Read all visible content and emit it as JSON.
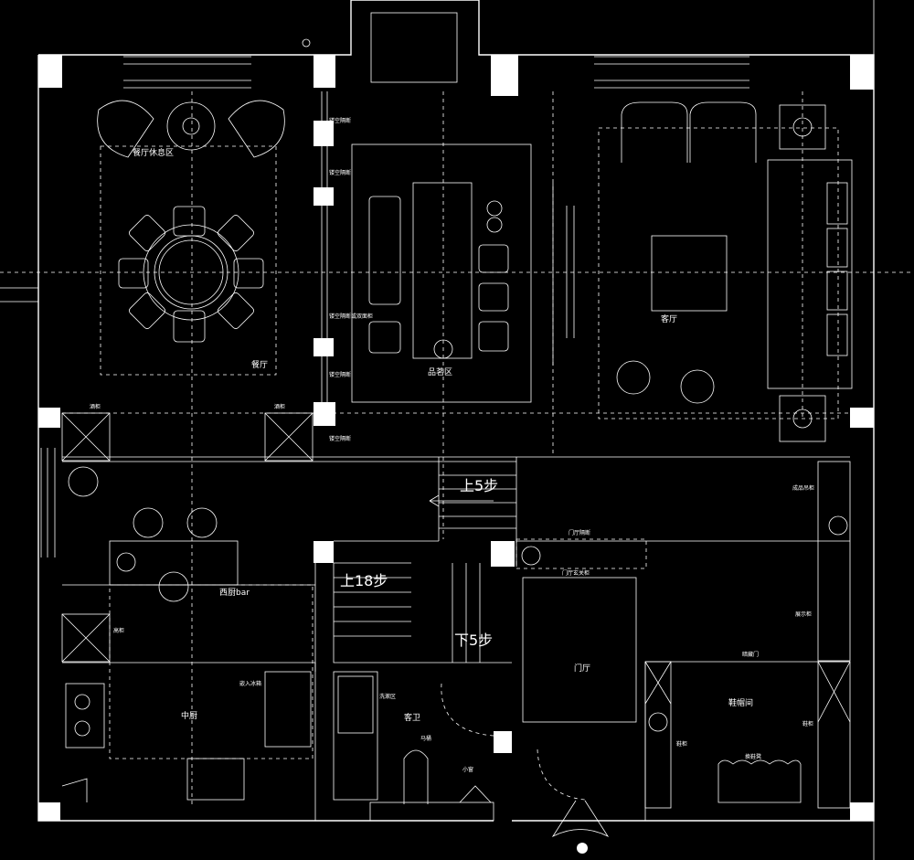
{
  "rooms": {
    "dining_lounge": "餐厅休息区",
    "dining": "餐厅",
    "tea_area": "品茗区",
    "living": "客厅",
    "western_kitchen": "西厨bar",
    "chinese_kitchen": "中厨",
    "guest_bath": "客卫",
    "foyer": "门厅",
    "shoe_room": "鞋帽间"
  },
  "stairs": {
    "up5": "上5步",
    "up18": "上18步",
    "down5": "下5步"
  },
  "notes": {
    "hollow1": "镂空隔断",
    "hollow2": "镂空隔断",
    "hollow3": "镂空隔断或双面柜",
    "hollow4": "镂空隔断",
    "hollow5": "镂空隔断",
    "wine1": "酒柜",
    "wine2": "酒柜",
    "cabinet_left": "高柜",
    "fridge": "嵌入冰箱",
    "wash": "洗漱区",
    "toilet": "马桶",
    "small_window": "小窗",
    "entry_cabinet1": "门厅隔断",
    "entry_cabinet2": "门厅玄关柜",
    "finished_cab": "成品吊柜",
    "display_cab": "展示柜",
    "hidden_door": "暗藏门",
    "shoe_cab": "鞋柜",
    "shoe_cab2": "鞋柜",
    "bench": "换鞋凳"
  }
}
